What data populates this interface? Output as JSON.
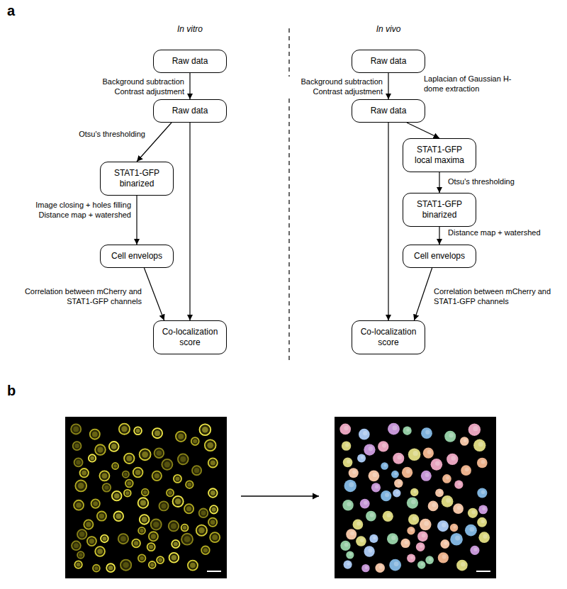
{
  "diagram": {
    "nodes": [
      {
        "text": [
          "Raw data"
        ]
      },
      {
        "text": [
          "Raw data"
        ]
      },
      {
        "text": [
          "STAT1-GFP binarized"
        ]
      },
      {
        "text": [
          "Cell envelops"
        ]
      },
      {
        "text": [
          "Co-localization score"
        ]
      },
      {
        "text": [
          "Raw data"
        ]
      },
      {
        "text": [
          "Raw data"
        ]
      },
      {
        "text": [
          "STAT1-GFP local maxima"
        ]
      },
      {
        "text": [
          "STAT1-GFP binarized"
        ]
      },
      {
        "text": [
          "Cell envelops"
        ]
      },
      {
        "text": [
          "Co-localization score"
        ]
      }
    ],
    "edges": [
      {
        "from": 0,
        "to": 1,
        "arrow": "to",
        "label": "Background subtraction Contrast adjustment"
      },
      {
        "from": 1,
        "to": 2,
        "arrow": "to",
        "label": "Otsu's thresholding"
      },
      {
        "from": 1,
        "to": 4,
        "arrow": "to"
      },
      {
        "from": 2,
        "to": 3,
        "arrow": "to",
        "label": "Image closing + holes filling Distance map + watershed"
      },
      {
        "from": 3,
        "to": 4,
        "arrow": "to",
        "label": "Correlation between mCherry and STAT1-GFP channels"
      },
      {
        "from": 5,
        "to": 6,
        "arrow": "to",
        "label": "Background subtraction Contrast adjustment"
      },
      {
        "from": 6,
        "to": 7,
        "arrow": "to",
        "label": "Laplacian of Gaussian H-dome extraction"
      },
      {
        "from": 6,
        "to": 10,
        "arrow": "to"
      },
      {
        "from": 7,
        "to": 8,
        "arrow": "to",
        "label": "Otsu's thresholding"
      },
      {
        "from": 8,
        "to": 9,
        "arrow": "to",
        "label": "Distance map + watershed"
      },
      {
        "from": 9,
        "to": 10,
        "arrow": "to",
        "label": "Correlation between mCherry and STAT1-GFP channels"
      }
    ],
    "labels": [
      "a",
      "In vitro",
      "In vivo",
      "b"
    ]
  }
}
